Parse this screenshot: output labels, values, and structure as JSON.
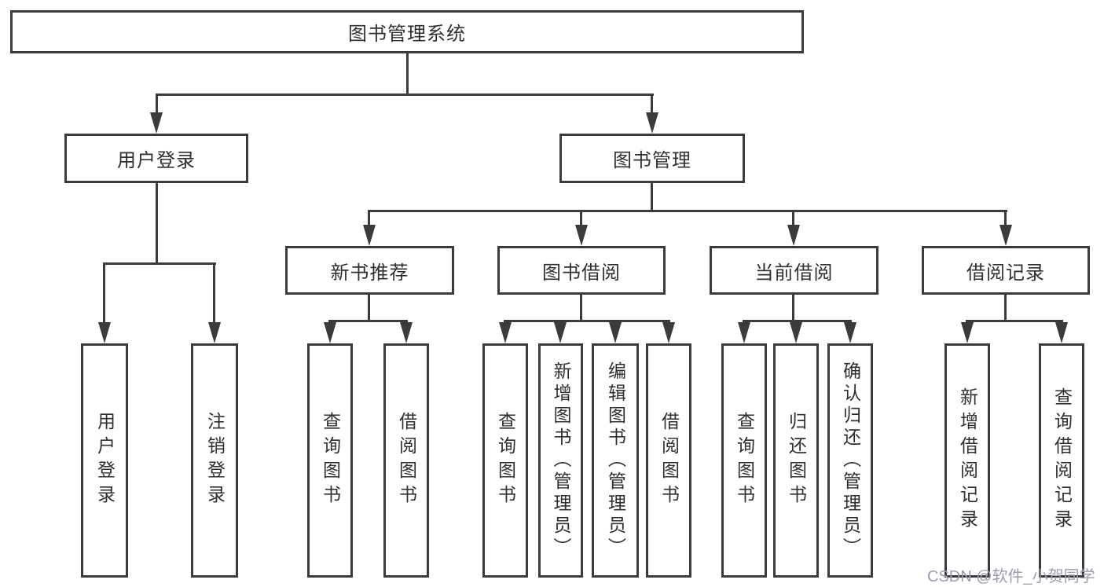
{
  "diagram": {
    "root": {
      "label": "图书管理系统"
    },
    "branches": [
      {
        "label": "用户登录",
        "leaves": [
          "用户登录",
          "注销登录"
        ]
      },
      {
        "label": "图书管理",
        "groups": [
          {
            "label": "新书推荐",
            "leaves": [
              "查询图书",
              "借阅图书"
            ]
          },
          {
            "label": "图书借阅",
            "leaves": [
              "查询图书",
              "新增图书（管理员）",
              "编辑图书（管理员）",
              "借阅图书"
            ]
          },
          {
            "label": "当前借阅",
            "leaves": [
              "查询图书",
              "归还图书",
              "确认归还（管理员）"
            ]
          },
          {
            "label": "借阅记录",
            "leaves": [
              "新增借阅记录",
              "查询借阅记录"
            ]
          }
        ]
      }
    ]
  },
  "watermark": {
    "text": "CSDN @软件_小贺同学",
    "color": "#9b9daf"
  },
  "colors": {
    "line": "#3b3b3b",
    "text": "#2f2f2f",
    "background": "#ffffff"
  }
}
